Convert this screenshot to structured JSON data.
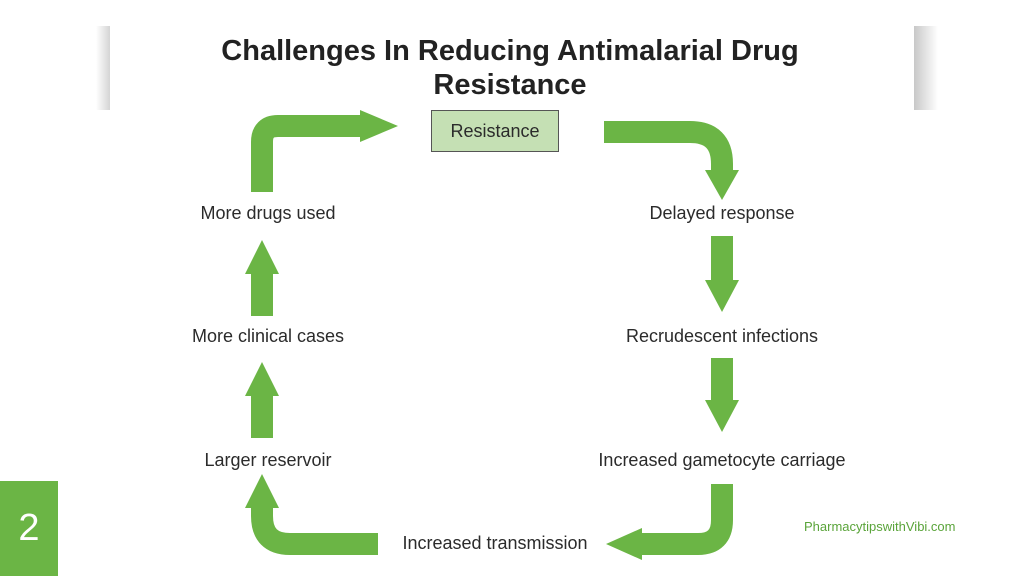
{
  "title": "Challenges In Reducing Antimalarial Drug Resistance",
  "diagram": {
    "center": "Resistance",
    "nodes": {
      "delayed_response": "Delayed response",
      "recrudescent_infections": "Recrudescent infections",
      "increased_gametocyte_carriage": "Increased gametocyte carriage",
      "increased_transmission": "Increased transmission",
      "larger_reservoir": "Larger reservoir",
      "more_clinical_cases": "More clinical cases",
      "more_drugs_used": "More drugs used"
    },
    "arrow_color": "#6bb545",
    "box_color": "#c5e0b4"
  },
  "slide_number": "2",
  "website": "PharmacytipswithVibi.com"
}
